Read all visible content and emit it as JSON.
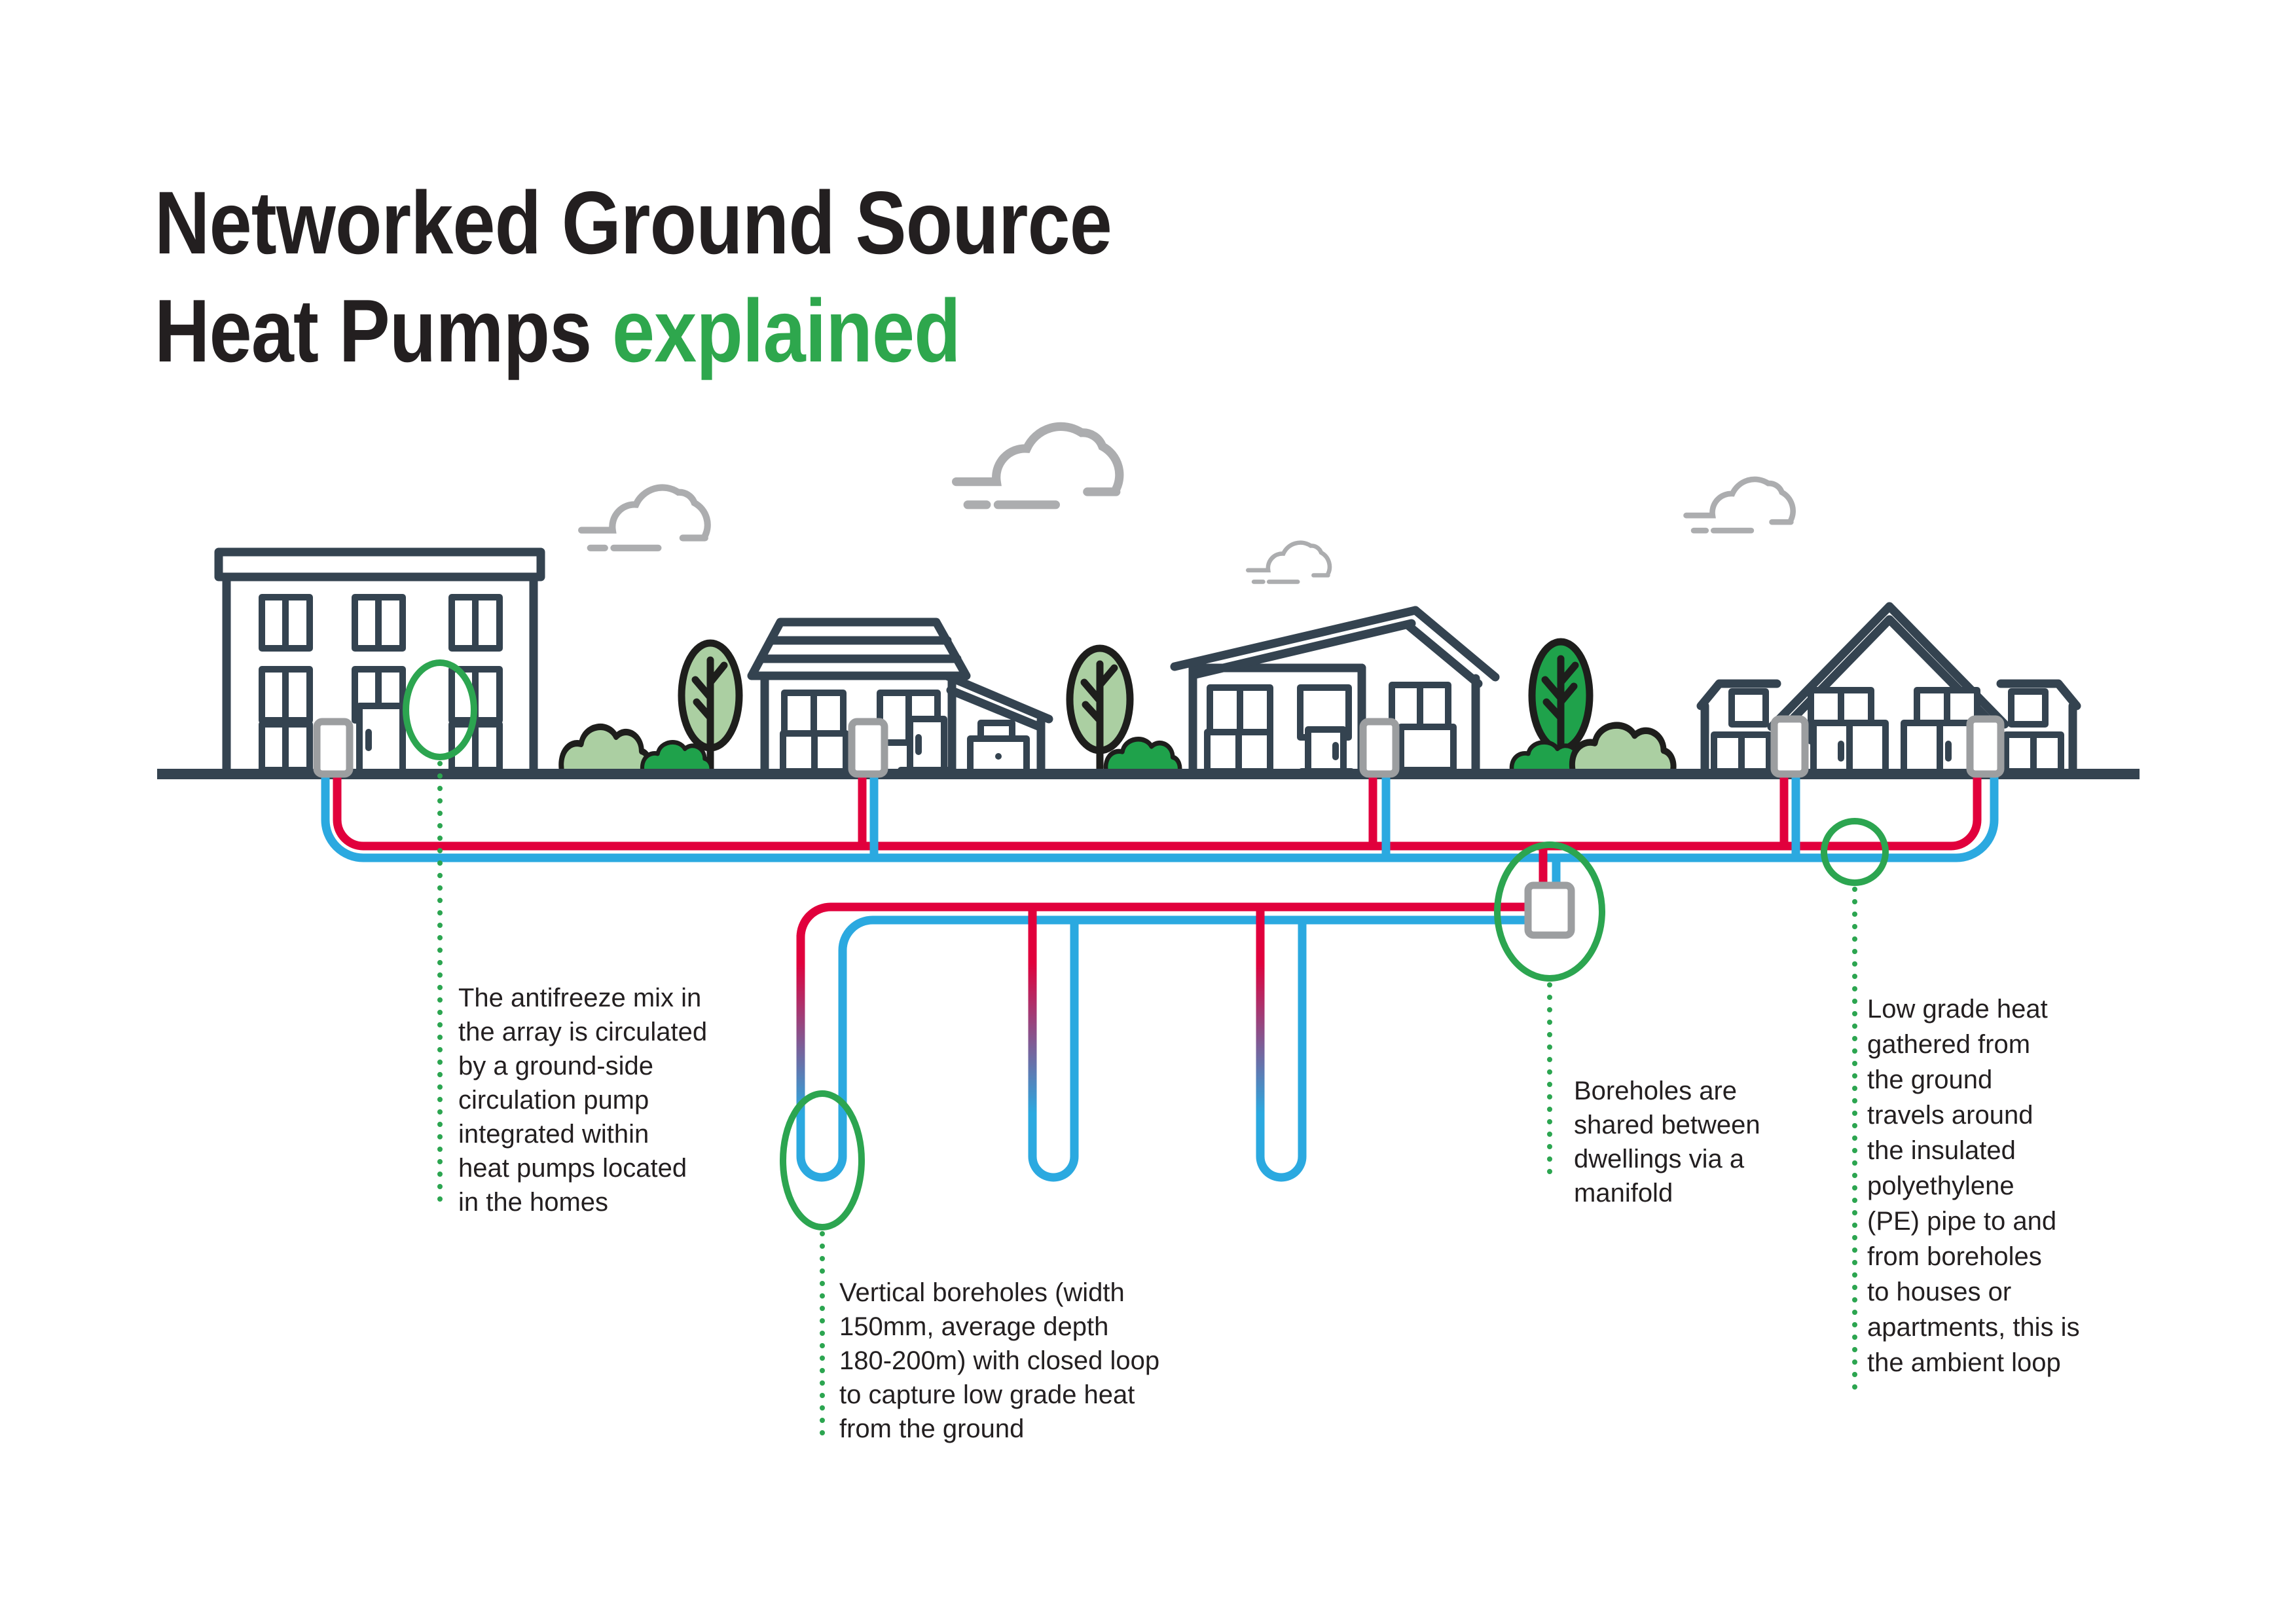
{
  "title": {
    "line1": "Networked Ground Source",
    "line2_black": "Heat Pumps ",
    "line2_green": "explained"
  },
  "annotations": {
    "circulation_pump": {
      "lines": [
        "The antifreeze mix in",
        "the array is circulated",
        "by a ground-side",
        "circulation pump",
        "integrated within",
        "heat pumps located",
        "in the homes"
      ]
    },
    "vertical_boreholes": {
      "lines": [
        "Vertical boreholes (width",
        "150mm, average depth",
        "180-200m) with closed loop",
        "to capture low grade heat",
        "from the ground"
      ]
    },
    "manifold": {
      "lines": [
        "Boreholes are",
        "shared between",
        "dwellings via a",
        "manifold"
      ]
    },
    "ambient_loop": {
      "lines": [
        "Low grade heat",
        "gathered from",
        "the ground",
        "travels around",
        "the insulated",
        "polyethylene",
        "(PE) pipe to and",
        "from boreholes",
        "to houses or",
        "apartments, this is",
        "the ambient loop"
      ]
    }
  },
  "colors": {
    "accent_green": "#2ea74d",
    "highlight_green": "#2ca550",
    "pipe_warm_red": "#e1003c",
    "pipe_cool_blue": "#2ba9e0",
    "outline_navy": "#344350",
    "heat_pump_gray": "#9c9ea0",
    "cloud_gray": "#acadaf",
    "foliage_light_green": "#abcfa2",
    "foliage_dark_green": "#1fa24b",
    "text_black": "#231f20"
  },
  "icons": [
    "apartment-building-icon",
    "detached-house-icon",
    "gable-house-icon",
    "semi-detached-house-icon",
    "cloud-icon",
    "tree-icon",
    "bush-icon",
    "heat-pump-unit-icon",
    "manifold-icon",
    "borehole-loop-icon"
  ]
}
